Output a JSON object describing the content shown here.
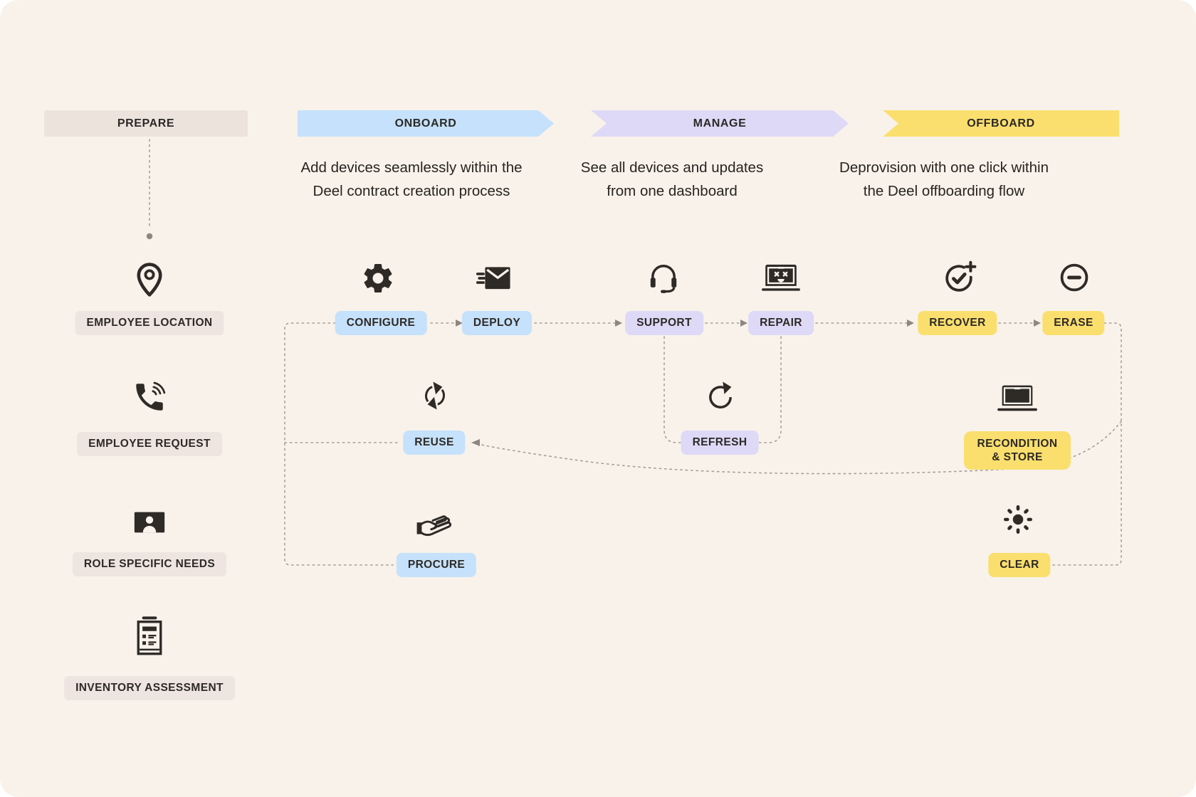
{
  "phases": {
    "prepare": {
      "label": "PREPARE"
    },
    "onboard": {
      "label": "ONBOARD",
      "desc_line1": "Add devices seamlessly within the",
      "desc_line2": "Deel contract creation process"
    },
    "manage": {
      "label": "MANAGE",
      "desc_line1": "See all devices and updates",
      "desc_line2": "from one dashboard"
    },
    "offboard": {
      "label": "OFFBOARD",
      "desc_line1": "Deprovision with one click within",
      "desc_line2": "the Deel offboarding flow"
    }
  },
  "prepare_steps": {
    "location": {
      "label": "EMPLOYEE LOCATION",
      "icon": "location-pin-icon"
    },
    "request": {
      "label": "EMPLOYEE REQUEST",
      "icon": "phone-call-icon"
    },
    "role": {
      "label": "ROLE SPECIFIC NEEDS",
      "icon": "contact-card-icon"
    },
    "inventory": {
      "label": "INVENTORY ASSESSMENT",
      "icon": "inventory-document-icon"
    }
  },
  "flow_nodes": {
    "configure": {
      "label": "CONFIGURE",
      "icon": "gear-icon",
      "phase": "onboard"
    },
    "deploy": {
      "label": "DEPLOY",
      "icon": "mail-send-icon",
      "phase": "onboard"
    },
    "support": {
      "label": "SUPPORT",
      "icon": "headset-icon",
      "phase": "manage"
    },
    "repair": {
      "label": "REPAIR",
      "icon": "broken-laptop-icon",
      "phase": "manage"
    },
    "recover": {
      "label": "RECOVER",
      "icon": "check-plus-circle-icon",
      "phase": "offboard"
    },
    "erase": {
      "label": "ERASE",
      "icon": "minus-circle-icon",
      "phase": "offboard"
    },
    "reuse": {
      "label": "REUSE",
      "icon": "sync-arrows-icon",
      "phase": "onboard"
    },
    "refresh": {
      "label": "REFRESH",
      "icon": "refresh-arrow-icon",
      "phase": "manage"
    },
    "recondition": {
      "label": "RECONDITION & STORE",
      "icon": "laptop-icon",
      "phase": "offboard"
    },
    "procure": {
      "label": "PROCURE",
      "icon": "giving-hand-icon",
      "phase": "onboard"
    },
    "clear": {
      "label": "CLEAR",
      "icon": "sun-icon",
      "phase": "offboard"
    }
  },
  "colors": {
    "background": "#F8F2EA",
    "prepare_beige": "#ECE3DD",
    "step_beige": "#EEE5E0",
    "onboard_blue": "#C5E1FB",
    "manage_purple": "#DED9F7",
    "offboard_yellow": "#FBDF6E",
    "ink": "#2E2A26",
    "connector_gray": "#A59F98"
  }
}
